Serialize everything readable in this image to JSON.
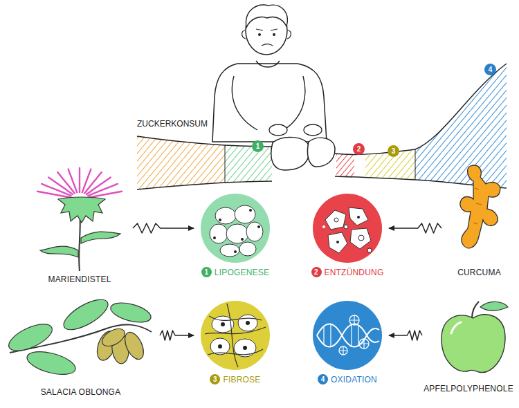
{
  "diagram": {
    "nodes": [
      {
        "text": [
          "MARIENDISTEL"
        ]
      },
      {
        "text": [
          "1",
          "LIPOGENESE"
        ]
      },
      {
        "text": [
          "2",
          "ENTZÜNDUNG"
        ]
      },
      {
        "text": [
          "CURCUMA"
        ]
      },
      {
        "text": [
          "SALACIA OBLONGA"
        ]
      },
      {
        "text": [
          "3",
          "FIBROSE"
        ]
      },
      {
        "text": [
          "4",
          "OXIDATION"
        ]
      },
      {
        "text": [
          "APFELPOLYPHENOLE"
        ]
      }
    ],
    "edges": [
      {
        "from": 0,
        "to": 1,
        "arrow": "to"
      },
      {
        "from": 3,
        "to": 2,
        "arrow": "to"
      },
      {
        "from": 4,
        "to": 5,
        "arrow": "to"
      },
      {
        "from": 7,
        "to": 6,
        "arrow": "to"
      }
    ],
    "labels": [
      "ZUCKERKONSUM",
      "1",
      "2",
      "3",
      "4"
    ]
  }
}
